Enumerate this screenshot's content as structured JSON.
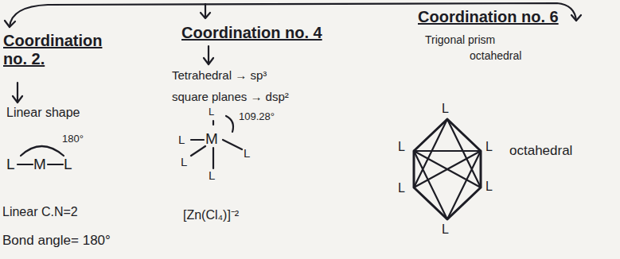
{
  "diagram": {
    "labels": [
      "Coordination no. 2.",
      "Linear shape",
      "L",
      "M",
      "L",
      "180°",
      "Linear C.N=2",
      "Bond angle= 180°",
      "Coordination no. 4",
      "Tetrahedral → sp³",
      "square planes → dsp²",
      "L",
      "L",
      "M",
      "L",
      "L",
      "L",
      "109.28°",
      "[Zn(Cl₄)]⁻²",
      "Coordination no. 6",
      "Trigonal prism",
      "octahedral",
      "L",
      "L",
      "L",
      "L",
      "L",
      "L",
      "octahedral"
    ]
  }
}
